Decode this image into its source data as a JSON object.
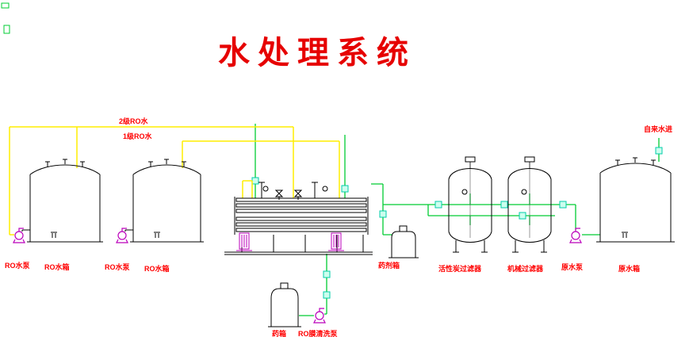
{
  "title": "水处理系统",
  "colors": {
    "title": "#e60000",
    "label": "#ff0000",
    "pipe_yellow": "#ffff00",
    "pipe_green": "#00cc33",
    "valve_cyan": "#00ccaa",
    "pump_magenta": "#bb00bb",
    "equipment_outline": "#000000"
  },
  "pipe_labels": {
    "stage2": "2级RO水",
    "stage1": "1级RO水",
    "tap_in": "自来水进"
  },
  "equipment_labels": {
    "ro_pump_left": "RO水泵",
    "ro_tank_left": "RO水箱",
    "ro_pump_mid": "RO水泵",
    "ro_tank_mid": "RO水箱",
    "chem_dosing_tank": "药剂箱",
    "carbon_filter": "活性炭过滤器",
    "mechanical_filter": "机械过滤器",
    "raw_water_pump": "原水泵",
    "raw_water_tank": "原水箱",
    "medicine_tank": "药箱",
    "ro_membrane_cleaning_pump": "RO膜清洗泵"
  }
}
